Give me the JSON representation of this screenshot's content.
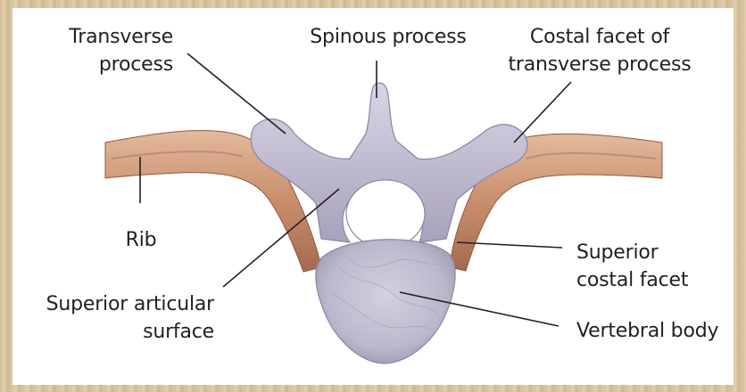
{
  "labels": {
    "transverse_process": [
      "Transverse",
      "process"
    ],
    "spinous_process": [
      "Spinous process"
    ],
    "costal_facet": [
      "Costal facet of",
      "transverse process"
    ],
    "rib": [
      "Rib"
    ],
    "superior_costal_facet": [
      "Superior",
      "costal facet"
    ],
    "superior_articular_surface": [
      "Superior articular",
      "surface"
    ],
    "vertebral_body": [
      "Vertebral body"
    ]
  },
  "colors": {
    "bone": "#c9c4d6",
    "bone_shadow": "#9d97b1",
    "rib": "#c99778",
    "rib_dark": "#a46a4c",
    "leader_line": "#231f20"
  }
}
